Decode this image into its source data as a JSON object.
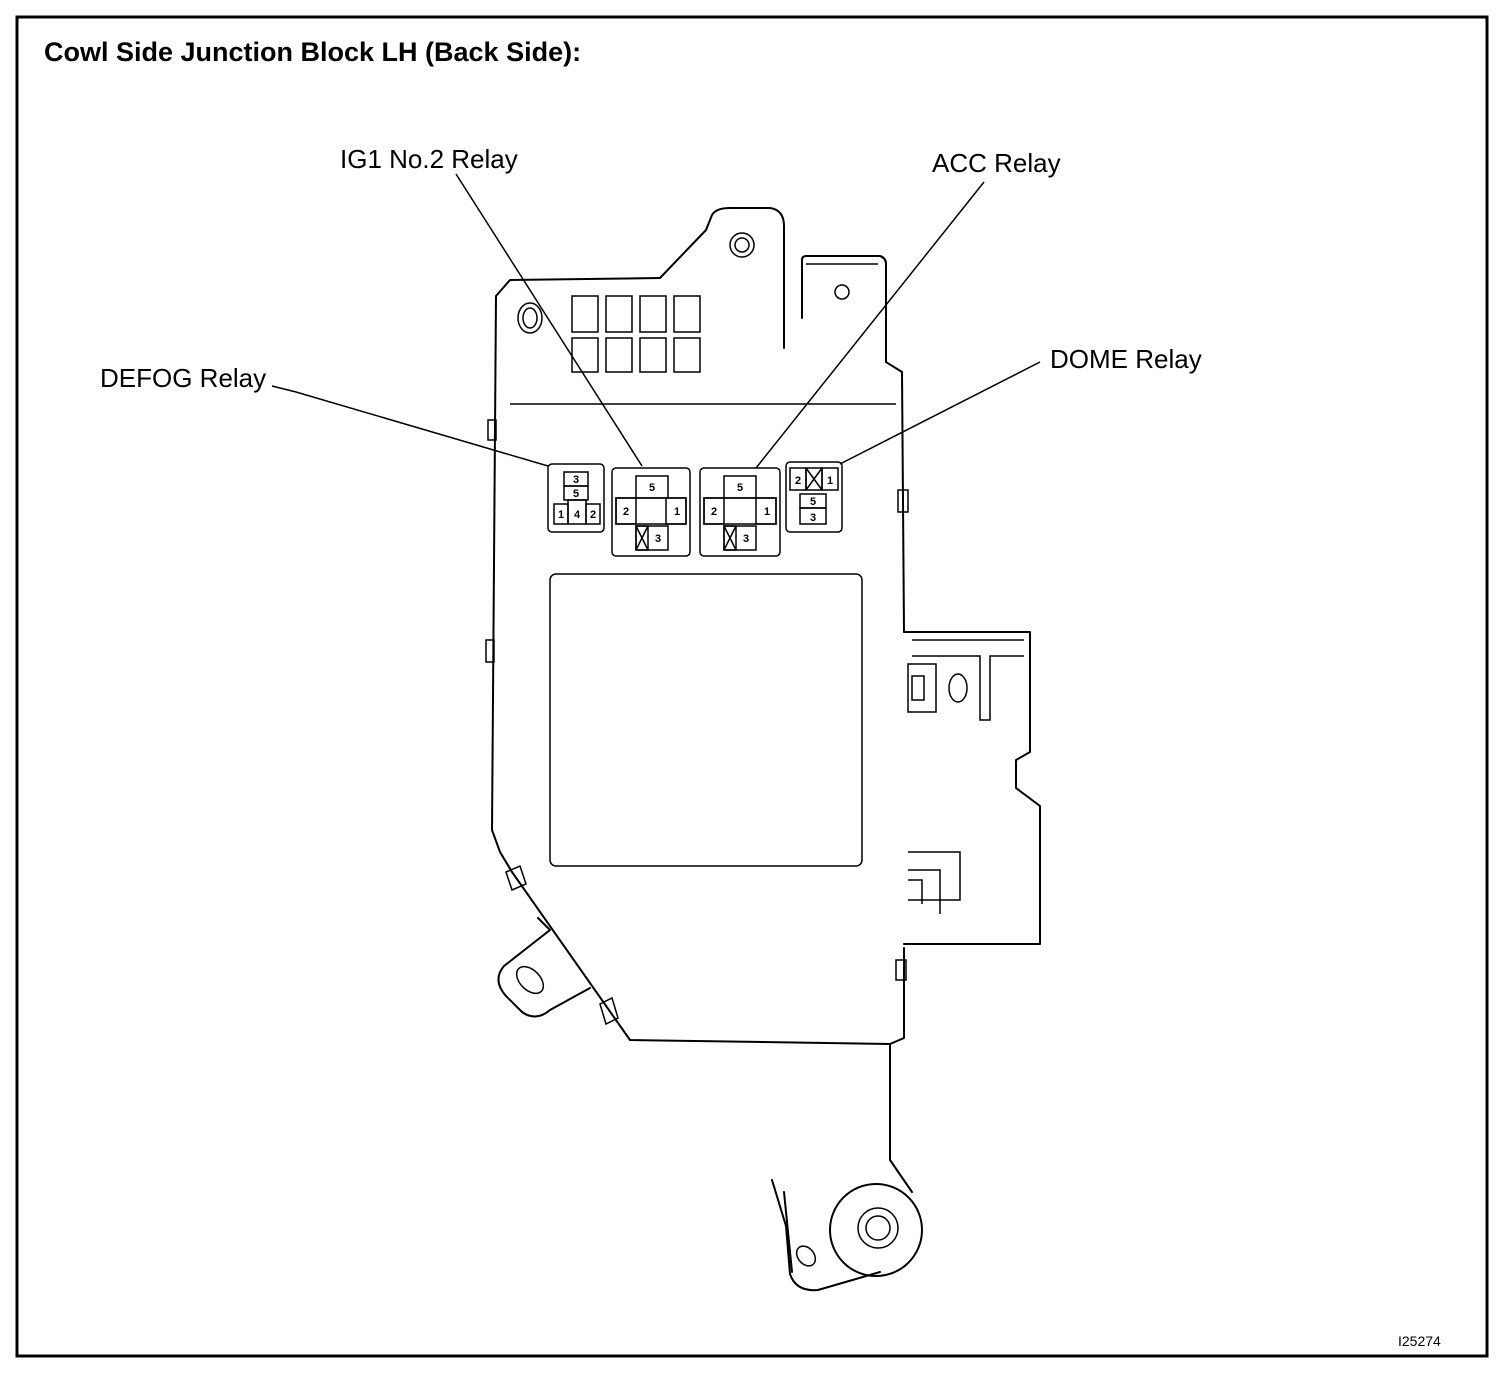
{
  "title": "Cowl Side Junction Block LH (Back Side):",
  "figure_code": "I25274",
  "labels": {
    "ig1_no2": "IG1 No.2 Relay",
    "acc": "ACC Relay",
    "defog": "DEFOG Relay",
    "dome": "DOME Relay"
  },
  "relays": {
    "defog": {
      "pins": [
        "3",
        "5",
        "1",
        "4",
        "2"
      ]
    },
    "ig1_no2": {
      "pins": [
        "5",
        "2",
        "1",
        "3"
      ]
    },
    "acc": {
      "pins": [
        "5",
        "2",
        "1",
        "3"
      ]
    },
    "dome": {
      "pins": [
        "2",
        "1",
        "5",
        "3"
      ]
    }
  }
}
